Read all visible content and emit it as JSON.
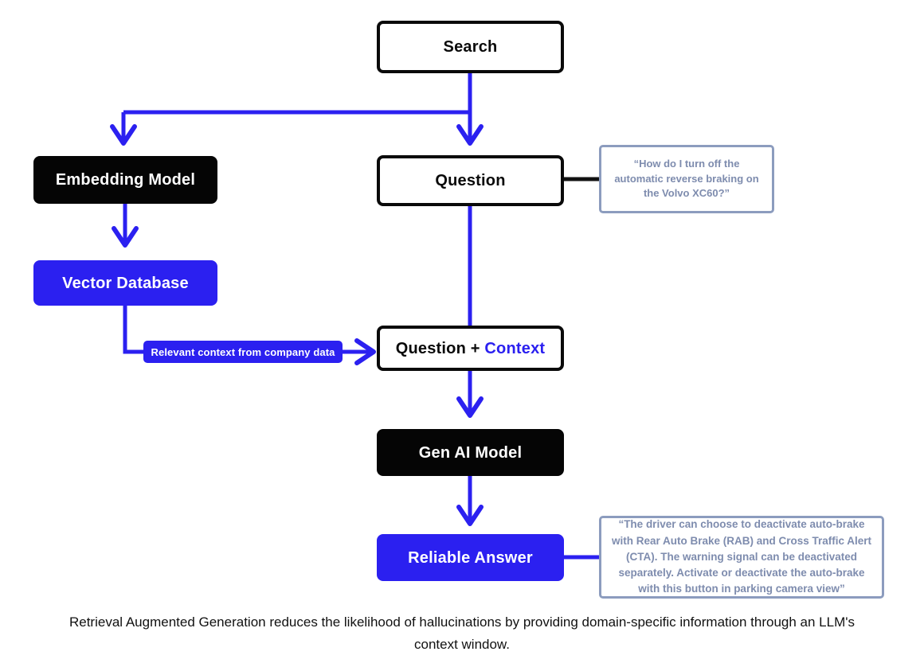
{
  "diagram": {
    "title": "Retrieval Augmented Generation flow",
    "colors": {
      "accent_blue": "#2B20F0",
      "node_black": "#050505",
      "callout_border": "#8C9CBE",
      "callout_text": "#7E8CAE",
      "outline_black": "#0A0A0A",
      "background": "#FFFFFF"
    },
    "nodes": {
      "search": "Search",
      "embedding_model": "Embedding Model",
      "vector_database": "Vector Database",
      "question": "Question",
      "question_context_prefix": "Question + ",
      "question_context_accent": "Context",
      "gen_ai_model": "Gen AI Model",
      "reliable_answer": "Reliable Answer"
    },
    "labels": {
      "relevant_context": "Relevant context from company data"
    },
    "callouts": {
      "question_example": "“How do I turn off the automatic reverse braking on the Volvo XC60?”",
      "answer_example": "“The driver can choose to deactivate auto-brake with Rear Auto Brake (RAB) and Cross Traffic Alert (CTA). The warning signal can be deactivated separately. Activate or deactivate the auto-brake with this button in parking camera view”"
    },
    "caption": "Retrieval Augmented Generation reduces the likelihood of hallucinations by providing domain-specific information through an LLM's context window."
  }
}
